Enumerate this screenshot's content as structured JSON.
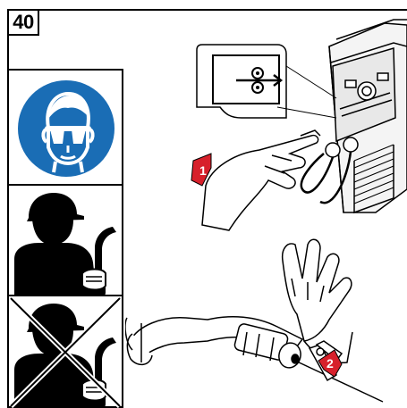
{
  "step": {
    "number": "40"
  },
  "callouts": {
    "one": "1",
    "two": "2"
  },
  "colors": {
    "mandatory_blue": "#1a6db5",
    "warning_red": "#d7202b",
    "ink": "#000000"
  },
  "icons": {
    "eye_protection": "safety-goggles-sign",
    "allowed_posture": "worker-holding-torch",
    "forbidden_posture": "worker-holding-torch-crossed"
  }
}
